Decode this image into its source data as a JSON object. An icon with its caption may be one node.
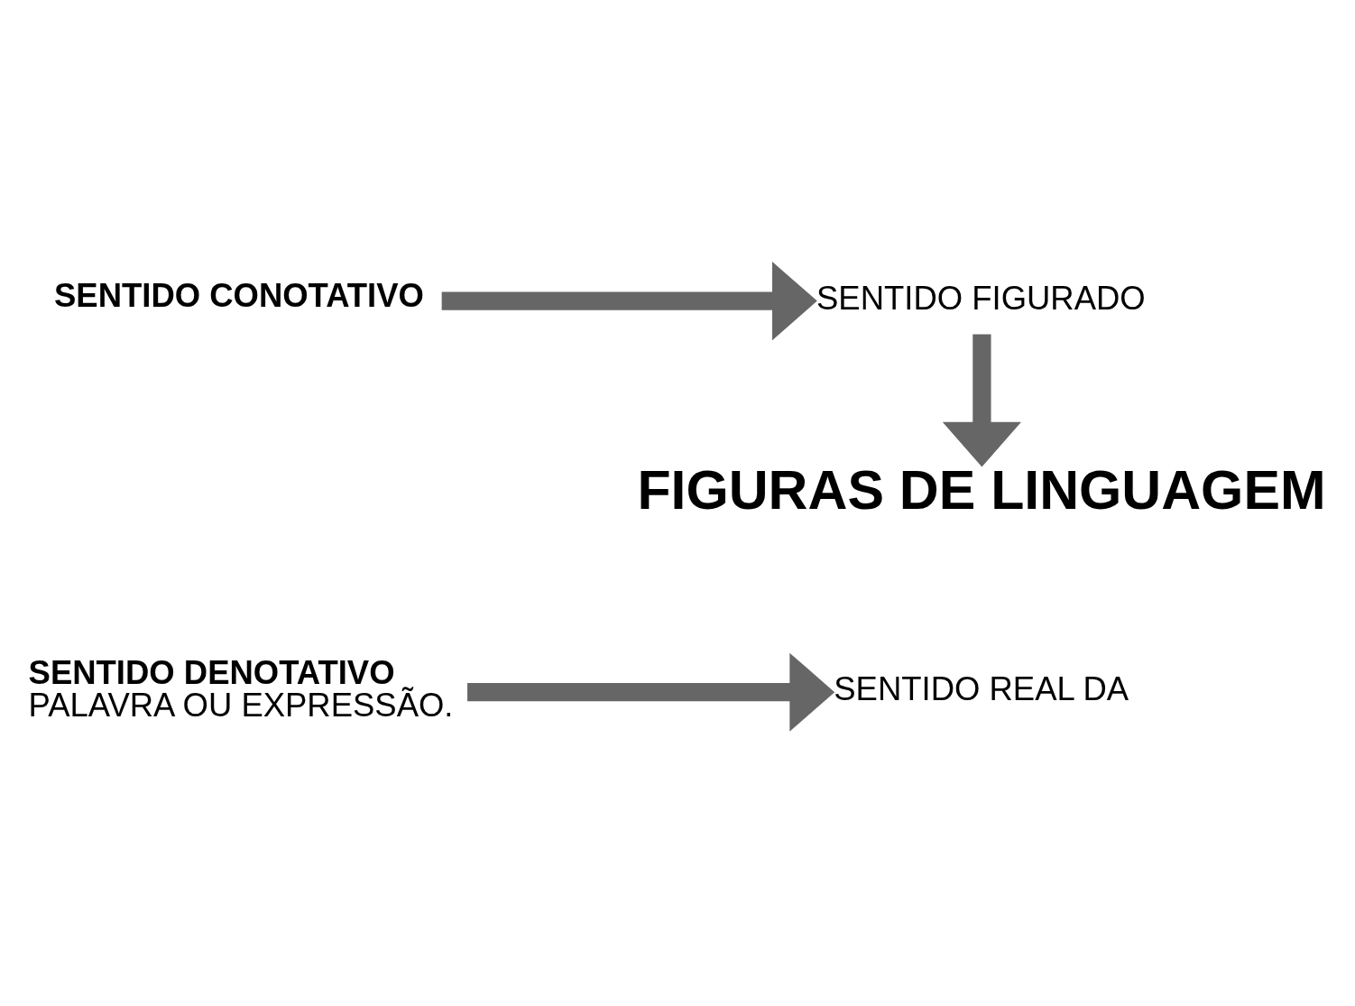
{
  "diagram": {
    "nodes": [
      {
        "text": [
          "SENTIDO DENOTATIVO",
          "PALAVRA OU EXPRESSÃO."
        ]
      },
      {
        "text": [
          "SENTIDO REAL DA"
        ]
      },
      {
        "text": [
          "SENTIDO CONOTATIVO"
        ]
      },
      {
        "text": [
          "SENTIDO FIGURADO"
        ]
      },
      {
        "text": [
          "FIGURAS DE LINGUAGEM"
        ]
      }
    ],
    "edges": [
      {
        "from": 0,
        "to": 1,
        "arrow": "to"
      },
      {
        "from": 2,
        "to": 3,
        "arrow": "to"
      },
      {
        "from": 3,
        "to": 4,
        "arrow": "to"
      }
    ]
  }
}
